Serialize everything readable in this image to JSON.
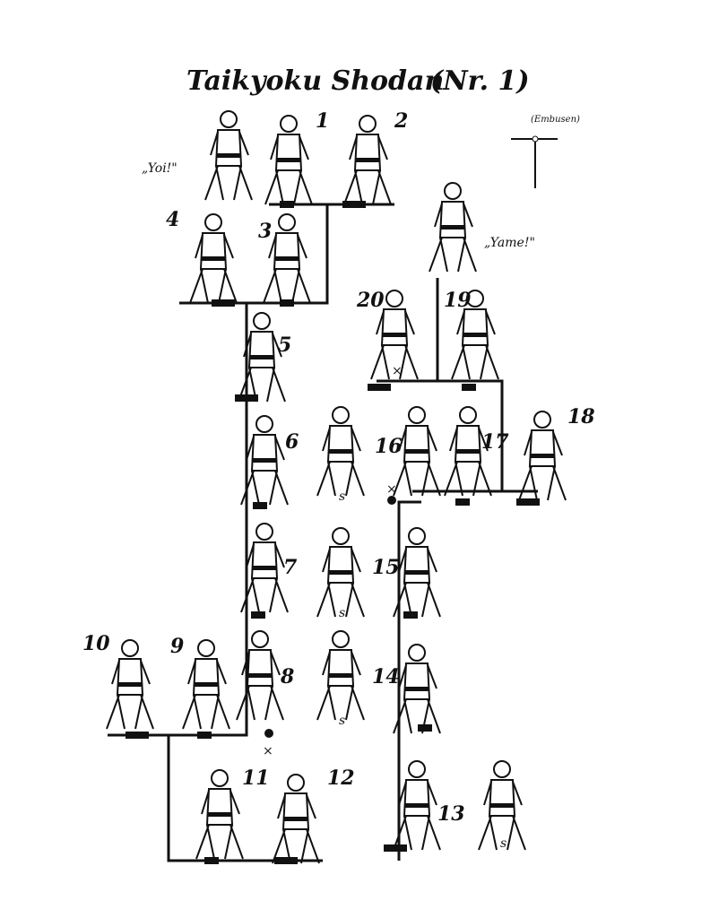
{
  "title": "Taikyoku Shodan",
  "title_number": "(Nr. 1)",
  "embusen_label": "(Embusen)",
  "commands": {
    "start": "„Yoi!\"",
    "end": "„Yame!\""
  },
  "move_numbers": {
    "n1": "1",
    "n2": "2",
    "n3": "3",
    "n4": "4",
    "n5": "5",
    "n6": "6",
    "n7": "7",
    "n8": "8",
    "n9": "9",
    "n10": "10",
    "n11": "11",
    "n12": "12",
    "n13": "13",
    "n14": "14",
    "n15": "15",
    "n16": "16",
    "n17": "17",
    "n18": "18",
    "n19": "19",
    "n20": "20"
  },
  "side_marks": {
    "s1": "s",
    "s2": "s",
    "s3": "s",
    "s4": "s"
  },
  "cross_mark": "×"
}
